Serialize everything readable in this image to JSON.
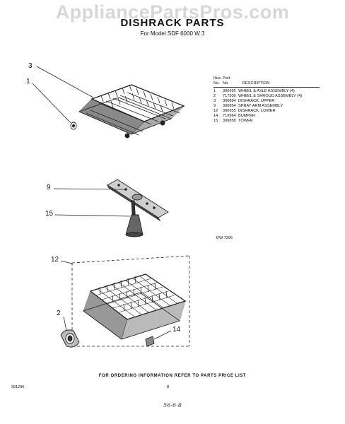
{
  "watermark": "AppliancePartsPros.com",
  "title": "DISHRACK PARTS",
  "model_line": "For Model SDF 6000 W 3",
  "parts_table": {
    "header_line1": [
      "Illus.",
      "Part",
      ""
    ],
    "header_line2": [
      "No.",
      "No.",
      "DESCRIPTION"
    ],
    "rows": [
      {
        "illus": "1",
        "part": "300995",
        "desc": "WHEEL & AXLE ASSEMBLY (4)"
      },
      {
        "illus": "2",
        "part": "717509",
        "desc": "WHEEL & SHROUD ASSEMBLY (4)"
      },
      {
        "illus": "3",
        "part": "300894",
        "desc": "DISHRACK, UPPER"
      },
      {
        "illus": "9",
        "part": "300854",
        "desc": "SPRAY ARM ASSEMBLY"
      },
      {
        "illus": "12",
        "part": "300955",
        "desc": "DISHRACK, LOWER"
      },
      {
        "illus": "14",
        "part": "719964",
        "desc": "BUMPER"
      },
      {
        "illus": "15",
        "part": "300858",
        "desc": "TOWER"
      }
    ]
  },
  "callouts": {
    "c3": "3",
    "c1": "1",
    "c9": "9",
    "c15": "15",
    "c12": "12",
    "c2": "2",
    "c14": "14"
  },
  "drawing_code": "DW 7296",
  "footer": {
    "ordering_note": "FOR ORDERING INFORMATION REFER TO PARTS PRICE LIST",
    "left_code": "301296",
    "page_number": "8",
    "handwritten": "56-6-8"
  }
}
